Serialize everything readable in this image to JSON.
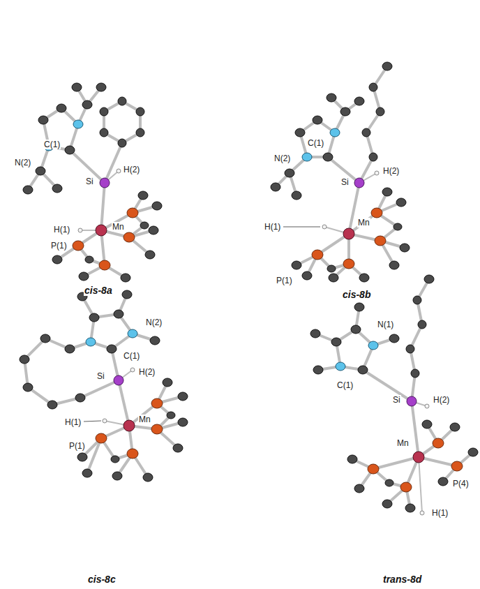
{
  "diagram": {
    "labels": [
      "N(2)",
      "C(1)",
      "Si",
      "H(2)",
      "Mn",
      "H(1)",
      "P(1)",
      "cis-8a",
      "N(2)",
      "C(1)",
      "Si",
      "H(2)",
      "Mn",
      "H(1)",
      "P(1)",
      "cis-8b",
      "N(2)",
      "C(1)",
      "Si",
      "H(2)",
      "Mn",
      "H(1)",
      "P(1)",
      "cis-8c",
      "N(1)",
      "C(1)",
      "Si",
      "H(2)",
      "Mn",
      "P(4)",
      "H(1)",
      "trans-8d"
    ]
  }
}
